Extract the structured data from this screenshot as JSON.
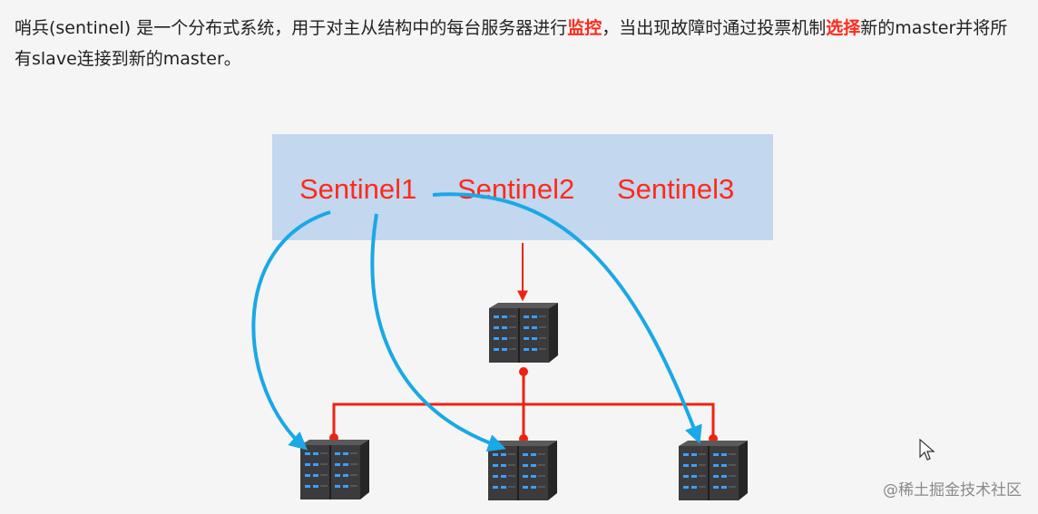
{
  "description": {
    "part1": "哨兵(sentinel) 是一个分布式系统，用于对主从结构中的每台服务器进行",
    "highlight1": "监控",
    "part2": "，当出现故障时通过投票机制",
    "highlight2": "选择",
    "part3": "新的master并将所有slave连接到新的master。"
  },
  "sentinels": [
    "Sentinel1",
    "Sentinel2",
    "Sentinel3"
  ],
  "colors": {
    "panel": "#c3d7ef",
    "sentinel_text": "#ff2a1a",
    "red_line": "#ee2211",
    "blue_arrow": "#1aa8e6",
    "server": "#3b3b3d",
    "server_led": "#3aa0ff",
    "highlight": "#ff2a1a"
  },
  "icons": {
    "server": "server-rack-icon",
    "cursor": "mouse-pointer-icon"
  },
  "watermark": "@稀土掘金技术社区"
}
